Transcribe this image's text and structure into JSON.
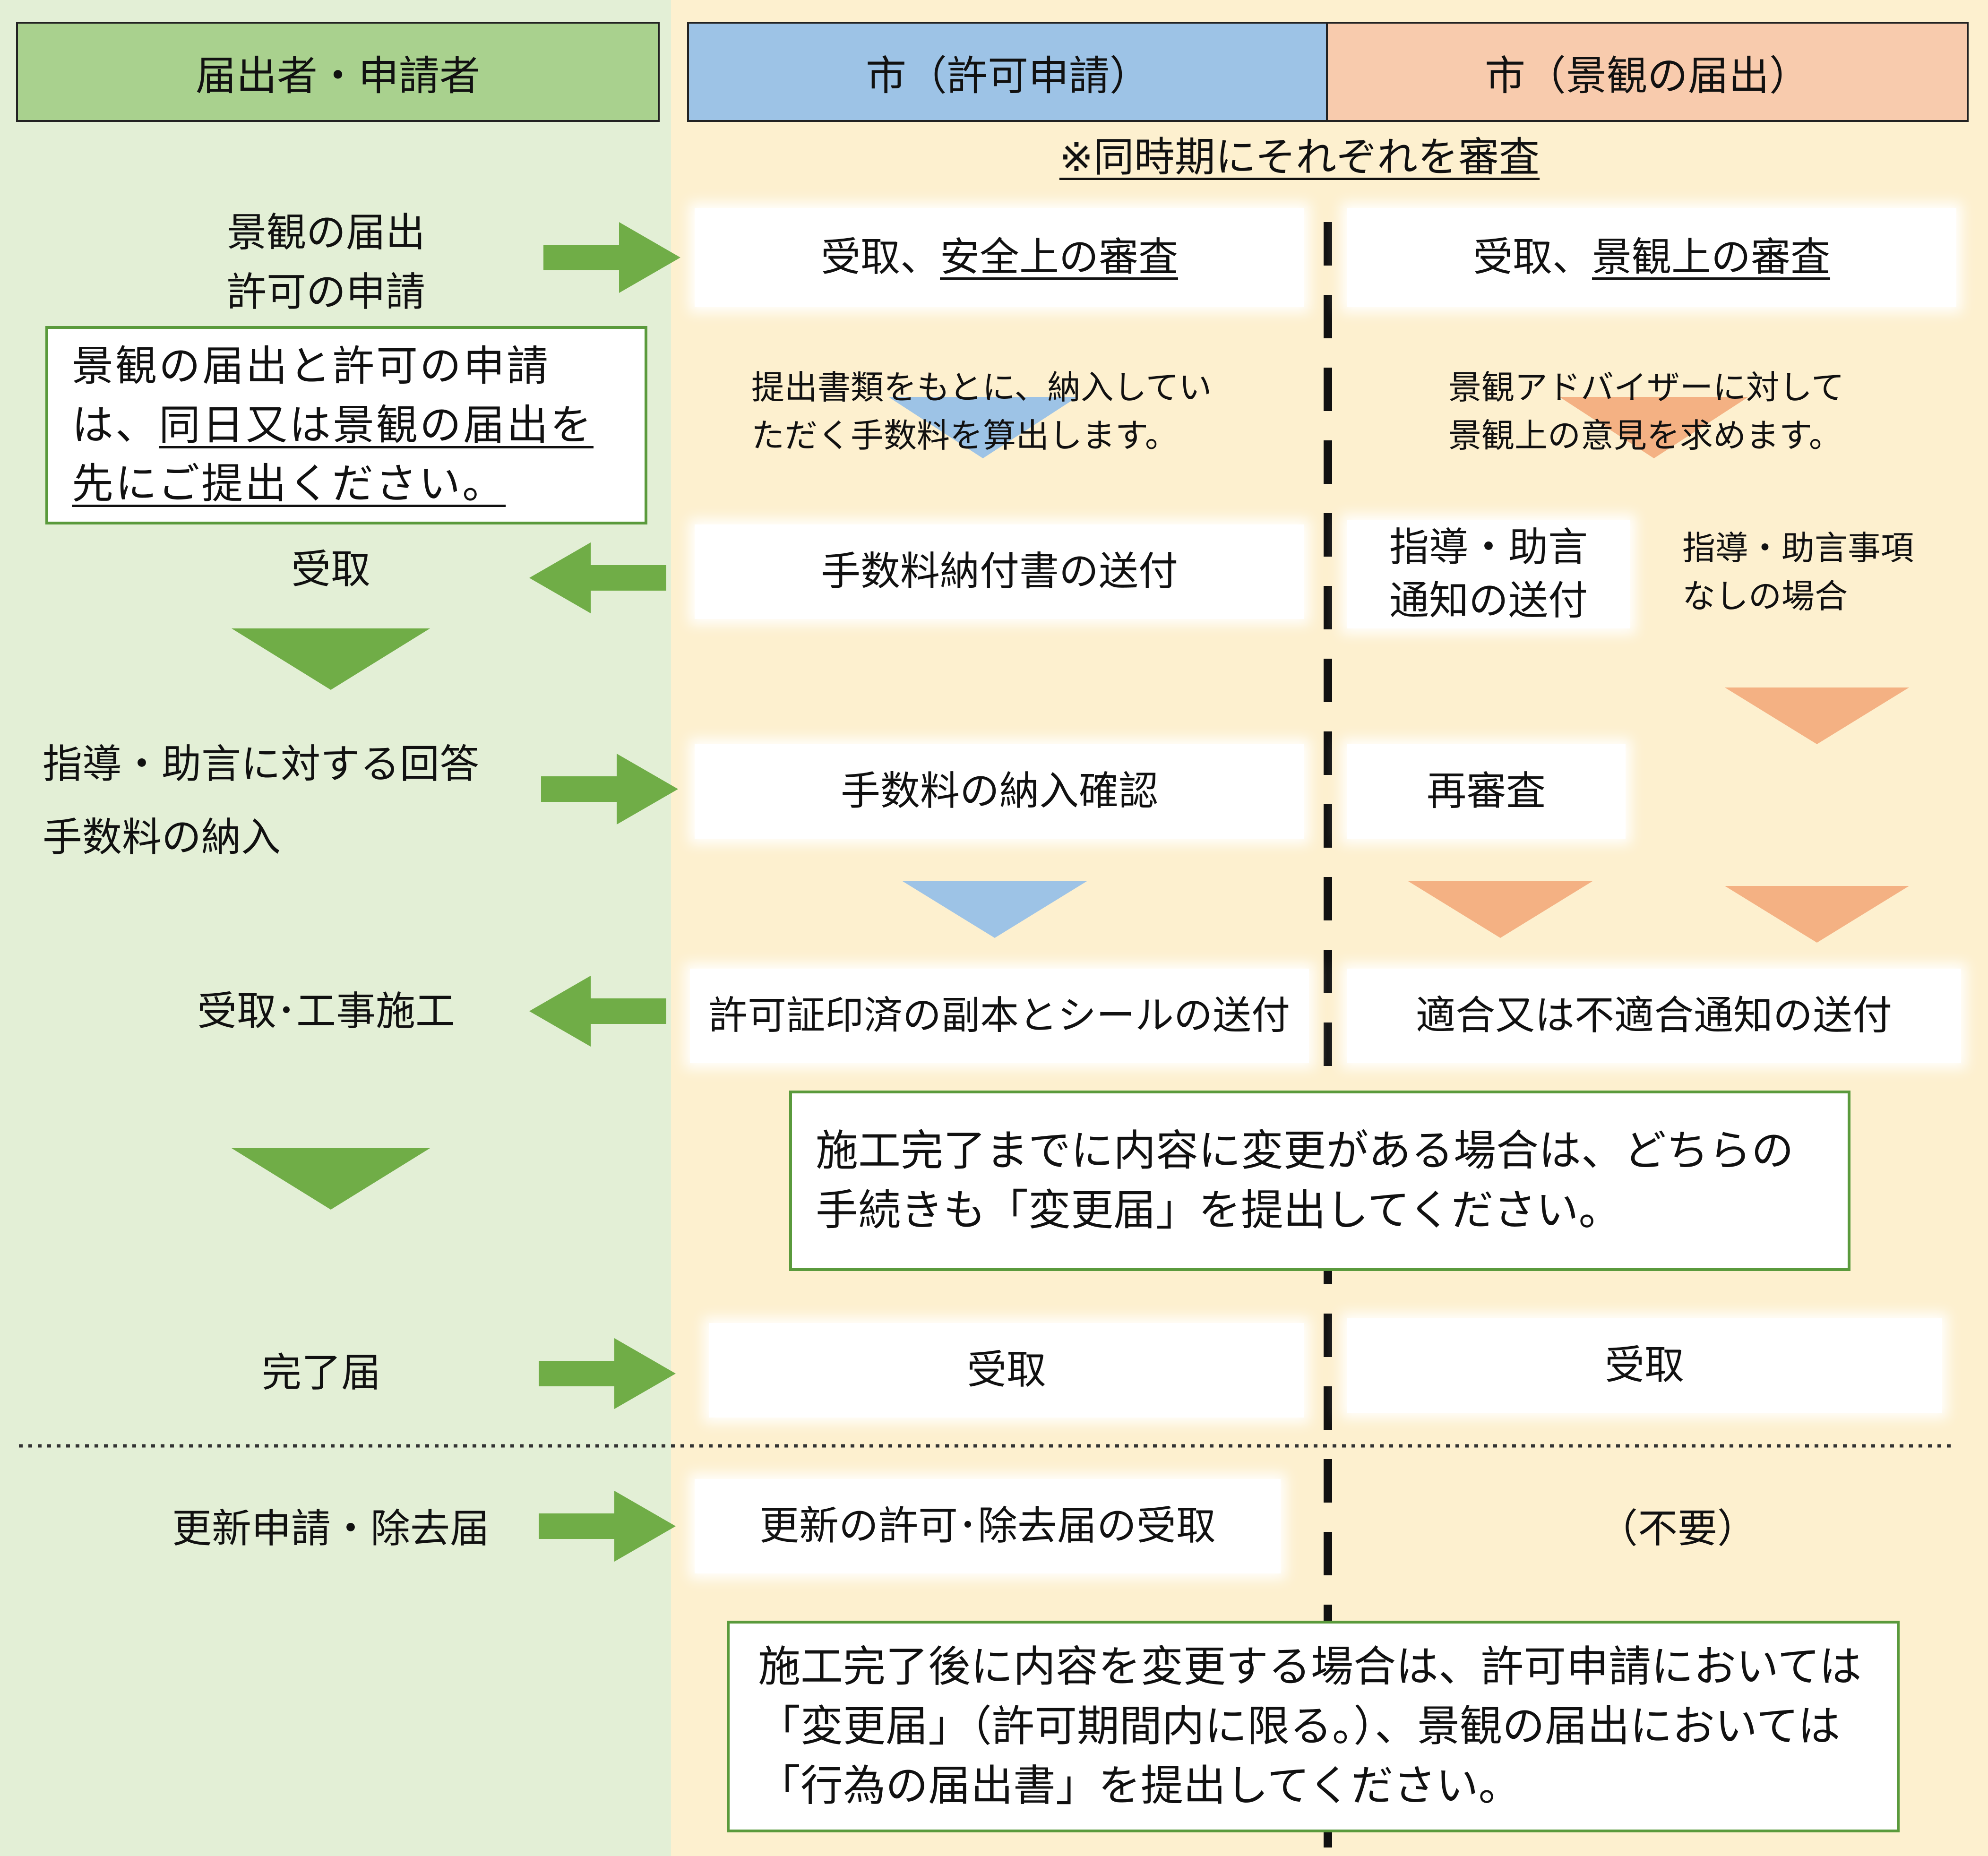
{
  "headers": {
    "applicant": "届出者・申請者",
    "permit": "市（許可申請）",
    "landscape": "市（景観の届出）"
  },
  "simultaneous_note": "※同時期にそれぞれを審査",
  "left": {
    "submit_line1": "景観の届出",
    "submit_line2": "許可の申請",
    "note_part1": "景観の届出と許可の申請は、",
    "note_part2": "同日又は景観の届出を先にご提出ください。",
    "receive": "受取",
    "reply_line1": "指導・助言に対する回答",
    "reply_line2": "手数料の納入",
    "receive_construct": "受取･工事施工",
    "completion": "完了届",
    "renewal": "更新申請・除去届"
  },
  "permit": {
    "review_prefix": "受取、",
    "review_underlined": "安全上の審査",
    "calc_line1": "提出書類をもとに、納入してい",
    "calc_line2": "ただく手数料を算出します。",
    "fee_notice": "手数料納付書の送付",
    "fee_confirm": "手数料の納入確認",
    "certificate": "許可証印済の副本とシールの送付",
    "receive": "受取",
    "renewal": "更新の許可･除去届の受取"
  },
  "landscape": {
    "review_prefix": "受取、",
    "review_underlined": "景観上の審査",
    "advisor_line1": "景観アドバイザーに対して",
    "advisor_line2": "景観上の意見を求めます。",
    "guidance_line1": "指導・助言",
    "guidance_line2": "通知の送付",
    "none_line1": "指導・助言事項",
    "none_line2": "なしの場合",
    "rereview": "再審査",
    "result": "適合又は不適合通知の送付",
    "receive": "受取",
    "not_required": "（不要）"
  },
  "notes": {
    "change_before": "施工完了までに内容に変更がある場合は、どちらの手続きも「変更届」を提出してください。",
    "change_after": "施工完了後に内容を変更する場合は、許可申請においては「変更届」（許可期間内に限る。）、景観の届出においては「行為の届出書」を提出してください。"
  },
  "colors": {
    "green_header": "#a9d18e",
    "blue_header": "#9dc3e6",
    "orange_header": "#f8cbad",
    "green_arrow": "#70ad47",
    "blue_arrow": "#9dc3e6",
    "orange_arrow": "#f4b183"
  }
}
